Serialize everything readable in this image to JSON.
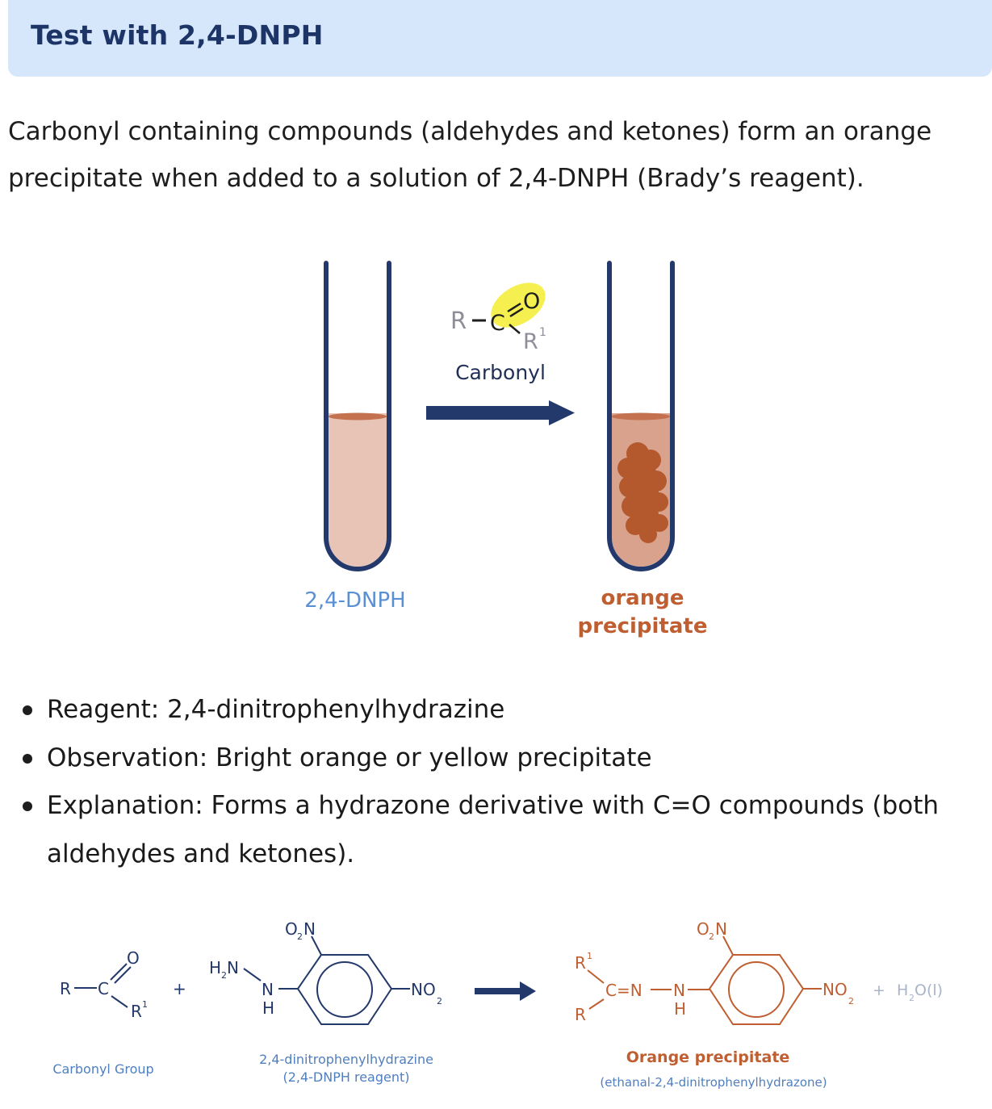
{
  "header": {
    "title": "Test with 2,4-DNPH"
  },
  "intro": "Carbonyl containing compounds (aldehydes and ketones) form an orange precipitate when added to a solution of 2,4-DNPH (Brady’s reagent).",
  "tube_figure": {
    "reagent_label": "2,4-DNPH",
    "arrow_formula": {
      "r": "R",
      "c": "C",
      "o": "O",
      "r1": "R",
      "r1_sup": "1"
    },
    "arrow_caption": "Carbonyl",
    "product_label_line1": "orange",
    "product_label_line2": "precipitate"
  },
  "bullets": [
    "Reagent: 2,4-dinitrophenylhydrazine",
    "Observation: Bright orange or yellow precipitate",
    "Explanation: Forms a hydrazone derivative with C=O compounds (both aldehydes and ketones)."
  ],
  "reaction": {
    "carbonyl": {
      "r": "R",
      "c": "C",
      "o": "O",
      "r1": "R",
      "r1_sup": "1",
      "caption": "Carbonyl Group"
    },
    "plus1": "+",
    "dnph": {
      "o2n_o": "O",
      "o2n_sub": "2",
      "o2n_n": "N",
      "h2n_h": "H",
      "h2n_sub": "2",
      "h2n_n": "N",
      "nh_n": "N",
      "nh_h": "H",
      "no2_no": "NO",
      "no2_sub": "2",
      "caption_line1": "2,4-dinitrophenylhydrazine",
      "caption_line2": "(2,4-DNPH reagent)"
    },
    "product": {
      "r1": "R",
      "r1_sup": "1",
      "r": "R",
      "cn": "C=N",
      "nh_n": "N",
      "nh_h": "H",
      "o2n_o": "O",
      "o2n_sub": "2",
      "o2n_n": "N",
      "no2_no": "NO",
      "no2_sub": "2",
      "caption_line1": "Orange precipitate",
      "caption_line2": "(ethanal-2,4-dinitrophenylhydrazone)"
    },
    "byproduct": {
      "plus": "+",
      "h": "H",
      "sub": "2",
      "rest": "O(l)"
    }
  },
  "colors": {
    "header_bg": "#d6e6fb",
    "title": "#1c3566",
    "navy": "#23396b",
    "reagent_liquid": "#e8c4b6",
    "product_liquid": "#d9a28c",
    "precipitate": "#b4582d",
    "reagent_text": "#5b8fd4",
    "product_text": "#bf5f31",
    "highlight": "#f5f050"
  }
}
